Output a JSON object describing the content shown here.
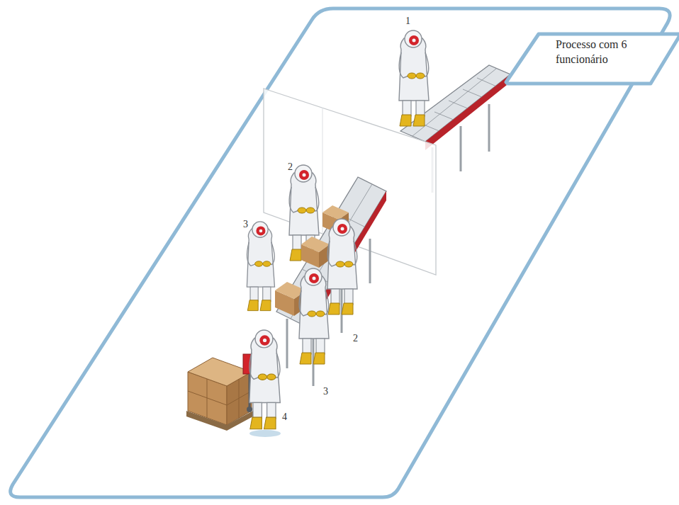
{
  "diagram": {
    "nodes": [
      {
        "text": [
          "Processo com 6 funcionário"
        ]
      }
    ],
    "labels": [
      "1",
      "2",
      "3",
      "2",
      "3",
      "4"
    ]
  }
}
